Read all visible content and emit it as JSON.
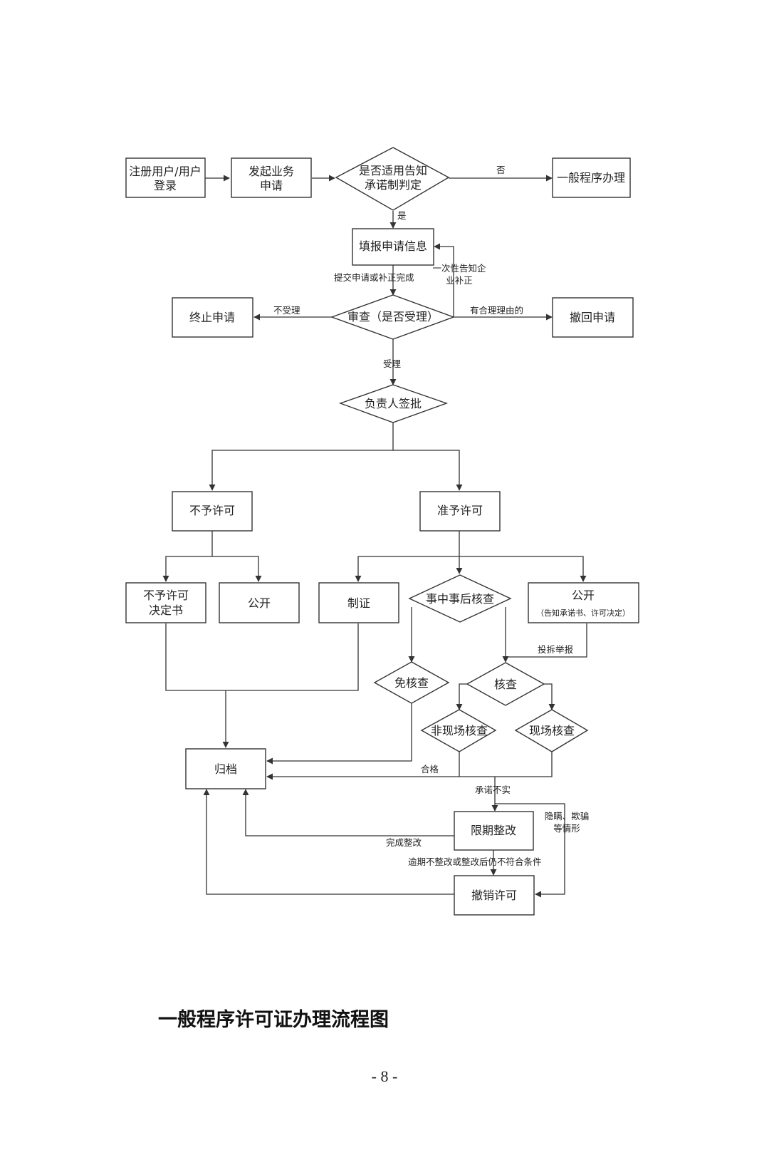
{
  "diagram": {
    "nodes": {
      "register": [
        "注册用户/用户",
        "登录"
      ],
      "apply": [
        "发起业务",
        "申请"
      ],
      "judge": [
        "是否适用告知",
        "承诺制判定"
      ],
      "general": [
        "一般程序办理"
      ],
      "fill": [
        "填报申请信息"
      ],
      "review": [
        "审查（是否受理）"
      ],
      "terminate": [
        "终止申请"
      ],
      "withdraw": [
        "撤回申请"
      ],
      "sign": [
        "负责人签批"
      ],
      "deny": [
        "不予许可"
      ],
      "grant": [
        "准予许可"
      ],
      "deny_doc": [
        "不予许可",
        "决定书"
      ],
      "public1": [
        "公开"
      ],
      "certify": [
        "制证"
      ],
      "check": [
        "事中事后核查"
      ],
      "public2": [
        "公开"
      ],
      "public2_sub": "（告知承诺书、许可决定）",
      "exempt": [
        "免核查"
      ],
      "verify": [
        "核查"
      ],
      "offsite": [
        "非现场核查"
      ],
      "onsite": [
        "现场核查"
      ],
      "archive": [
        "归档"
      ],
      "rectify": [
        "限期整改"
      ],
      "revoke": [
        "撤销许可"
      ]
    },
    "edges": {
      "no": "否",
      "yes": "是",
      "submit": "提交申请或补正完成",
      "notify": [
        "一次性告知企",
        "业补正"
      ],
      "reject": "不受理",
      "reason": "有合理理由的",
      "accept": "受理",
      "complaint": "投拆举报",
      "qualified": "合格",
      "false_promise": "承诺不实",
      "conceal": [
        "隐瞒、欺骗",
        "等情形"
      ],
      "done_rectify": "完成整改",
      "overdue": "逾期不整改或整改后仍不符合条件"
    }
  },
  "caption": "一般程序许可证办理流程图",
  "page_number": "- 8 -"
}
